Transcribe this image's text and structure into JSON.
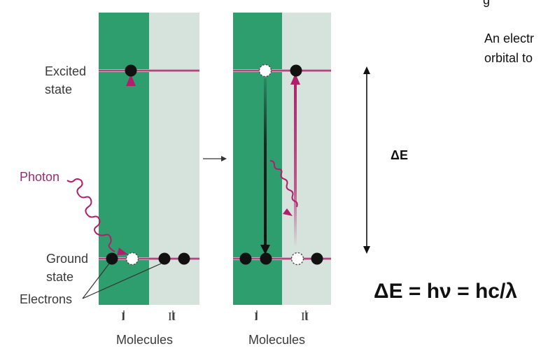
{
  "labels": {
    "excited_line1": "Excited",
    "excited_line2": "state",
    "photon": "Photon",
    "ground_line1": "Ground",
    "ground_line2": "state",
    "electrons": "Electrons",
    "molecule_i": "I",
    "molecule_ii": "II",
    "molecules": "Molecules"
  },
  "side_text": {
    "line0": "g",
    "line1": "An electr",
    "line2": "orbital to"
  },
  "delta_e": "ΔE",
  "equation": "ΔE = hν = hc/λ",
  "colors": {
    "green_panel": "#2f9e6f",
    "light_panel": "#d5e3dc",
    "magenta": "#b0206a",
    "photon_label": "#9b2f6e",
    "arrow_black": "#111111"
  }
}
